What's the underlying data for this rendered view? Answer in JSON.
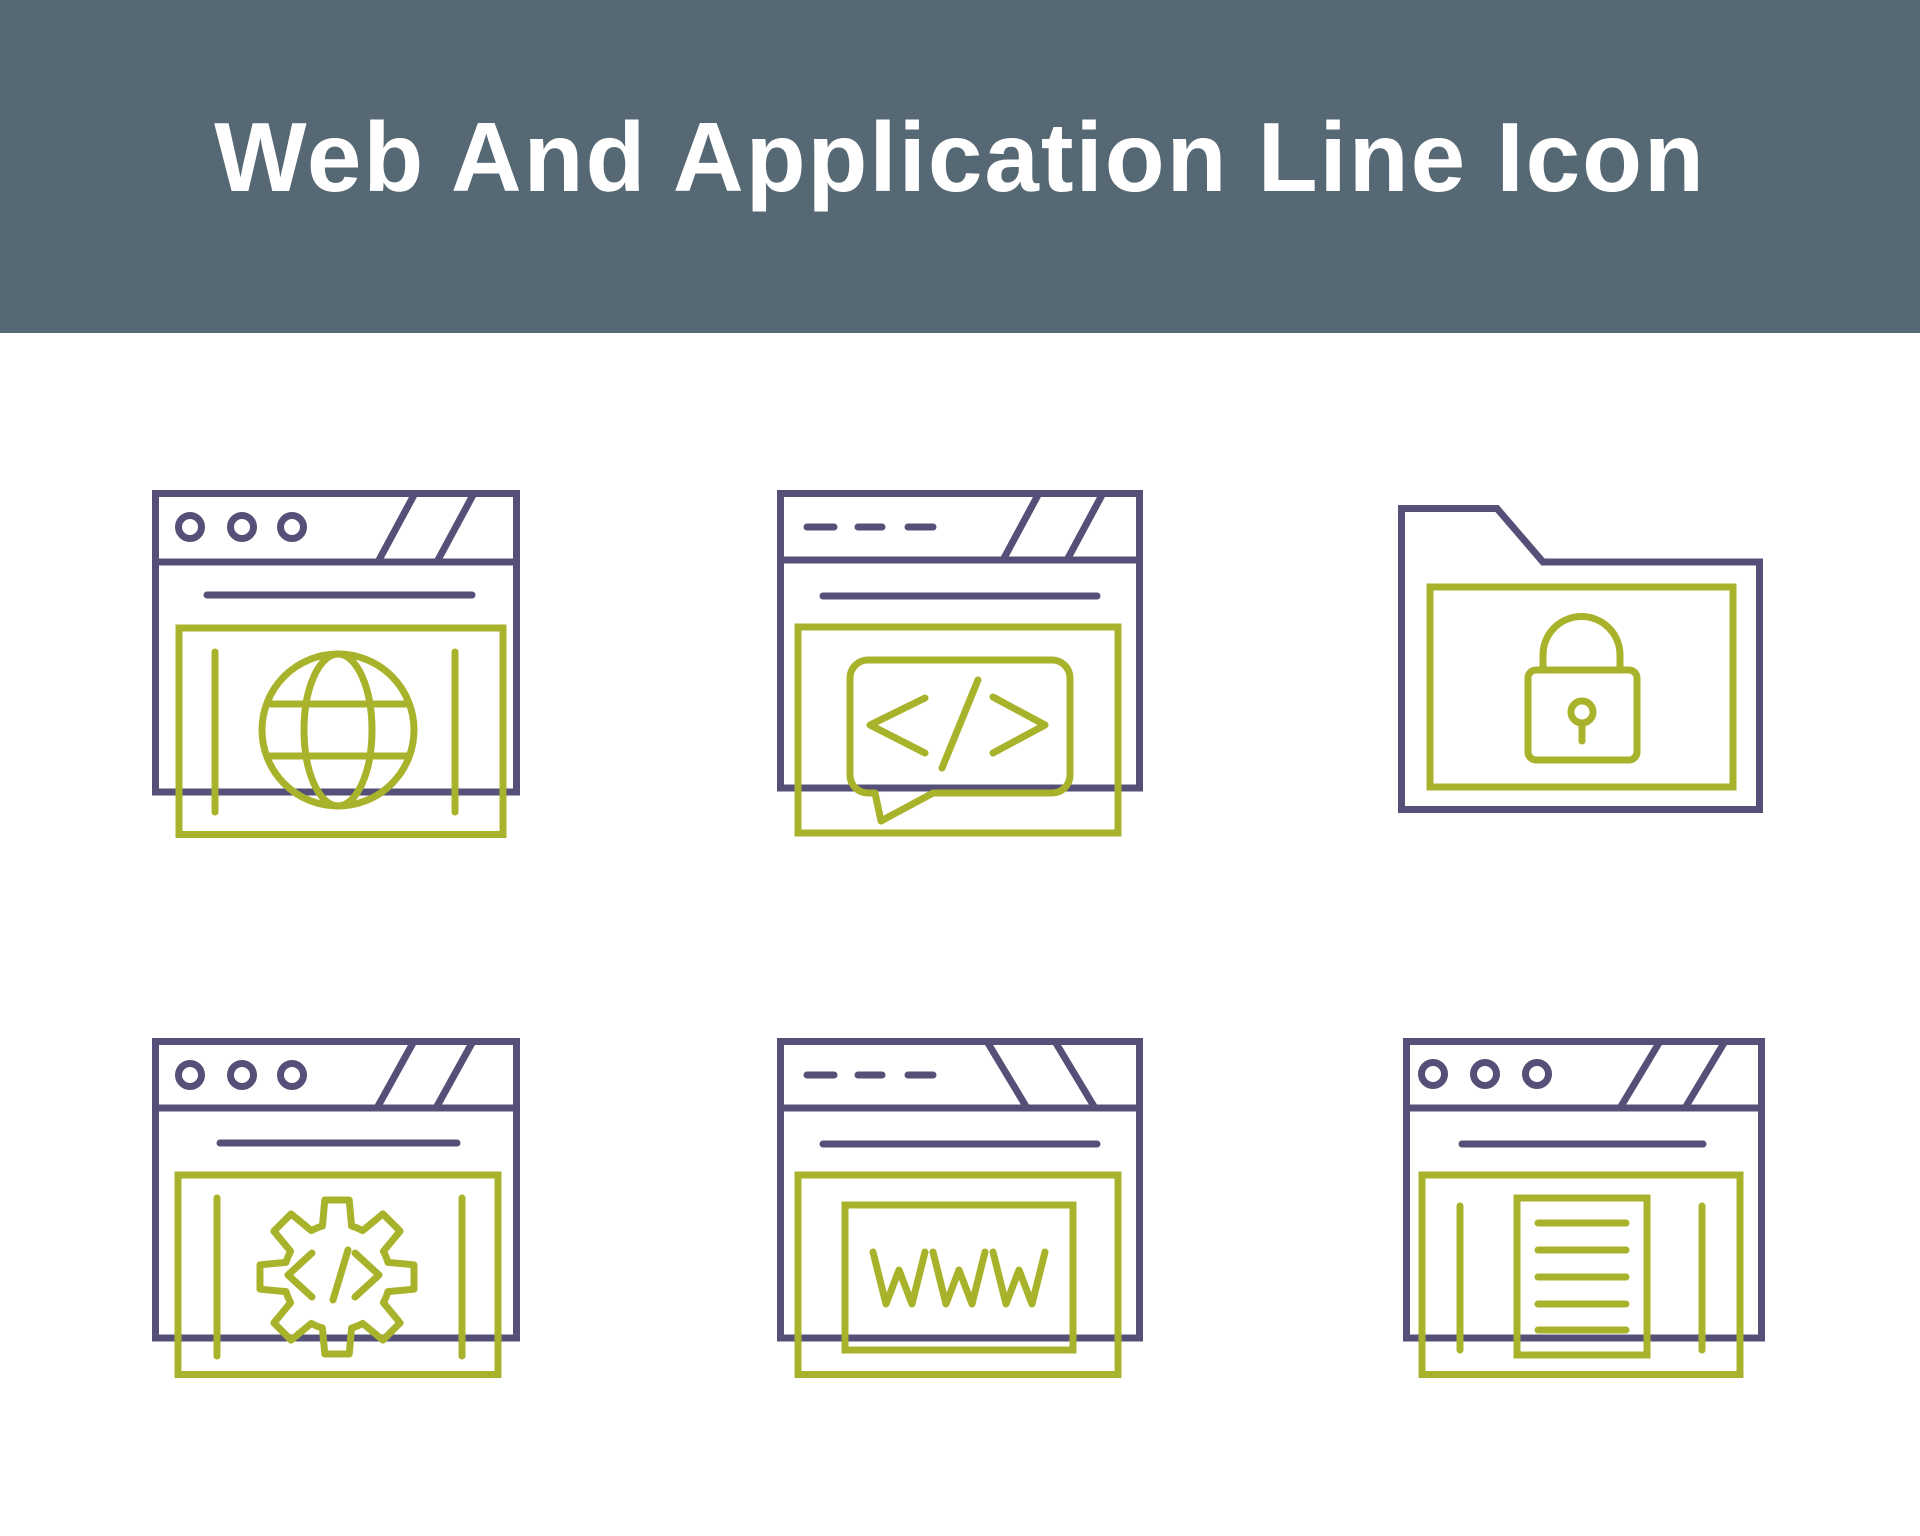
{
  "header": {
    "title": "Web And Application Line Icon",
    "background_color": "#566874",
    "title_color": "#ffffff"
  },
  "palette": {
    "outline_color": "#545077",
    "accent_color": "#a8b32b",
    "page_background": "#ffffff"
  },
  "icons": [
    {
      "name": "browser-globe-icon",
      "semantic": "web browser window with globe"
    },
    {
      "name": "browser-code-bubble-icon",
      "semantic": "browser window with code speech bubble",
      "glyph_text": "</>"
    },
    {
      "name": "locked-folder-icon",
      "semantic": "folder with padlock"
    },
    {
      "name": "browser-code-gear-icon",
      "semantic": "browser window with settings gear and code",
      "glyph_text": "</>"
    },
    {
      "name": "browser-www-icon",
      "semantic": "browser window with WWW address",
      "glyph_text": "WWW"
    },
    {
      "name": "browser-document-icon",
      "semantic": "browser window with text document"
    }
  ]
}
